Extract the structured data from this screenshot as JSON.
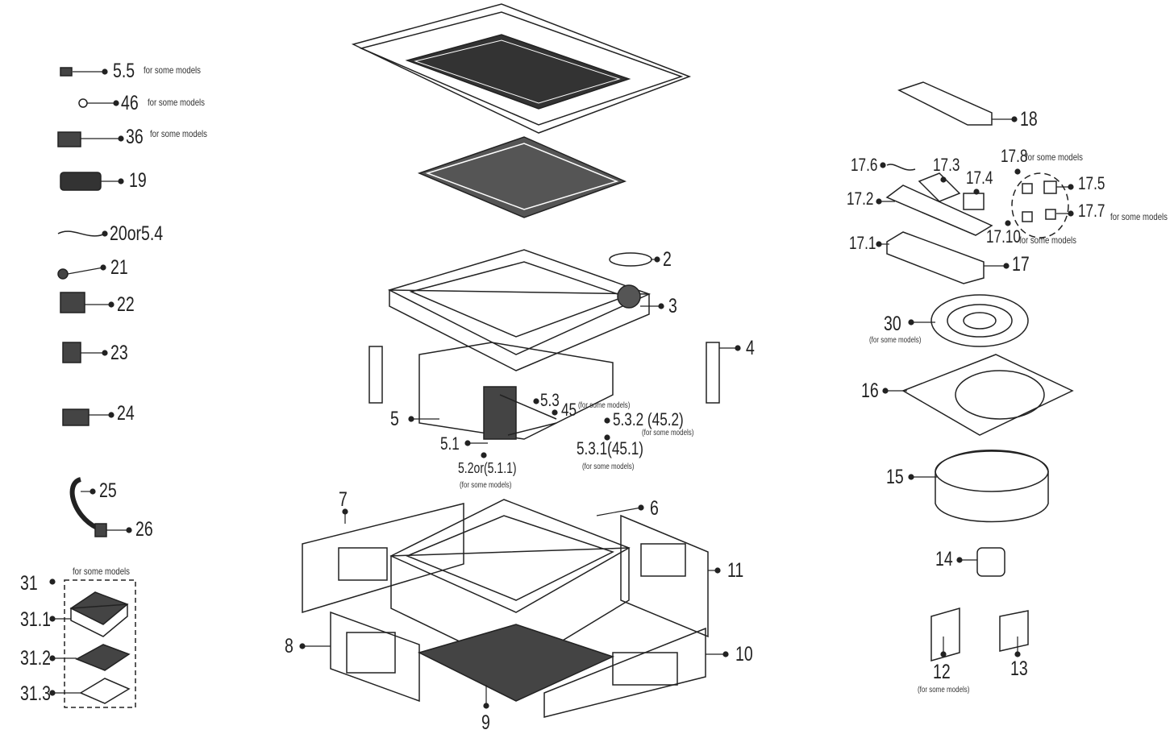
{
  "note": "for some models",
  "note_paren": "(for some models)",
  "left": {
    "p5_5": "5.5",
    "p46": "46",
    "p36": "36",
    "p19": "19",
    "p20": "20or5.4",
    "p21": "21",
    "p22": "22",
    "p23": "23",
    "p24": "24",
    "p25": "25",
    "p26": "26",
    "p31": "31",
    "p31_1": "31.1",
    "p31_2": "31.2",
    "p31_3": "31.3"
  },
  "center": {
    "p2": "2",
    "p3": "3",
    "p4": "4",
    "p5": "5",
    "p5_1": "5.1",
    "p5_3": "5.3",
    "p45": "45",
    "p5_3_2": "5.3.2 (45.2)",
    "p5_3_1": "5.3.1(45.1)",
    "p5_2": "5.2or(5.1.1)",
    "p6": "6",
    "p7": "7",
    "p8": "8",
    "p9": "9",
    "p10": "10",
    "p11": "11"
  },
  "right": {
    "p18": "18",
    "p17_6": "17.6",
    "p17_3": "17.3",
    "p17_4": "17.4",
    "p17_8": "17.8",
    "p17_5": "17.5",
    "p17_2": "17.2",
    "p17_7": "17.7",
    "p17_10": "17.10",
    "p17_1": "17.1",
    "p17": "17",
    "p30": "30",
    "p16": "16",
    "p15": "15",
    "p14": "14",
    "p12": "12",
    "p13": "13"
  }
}
